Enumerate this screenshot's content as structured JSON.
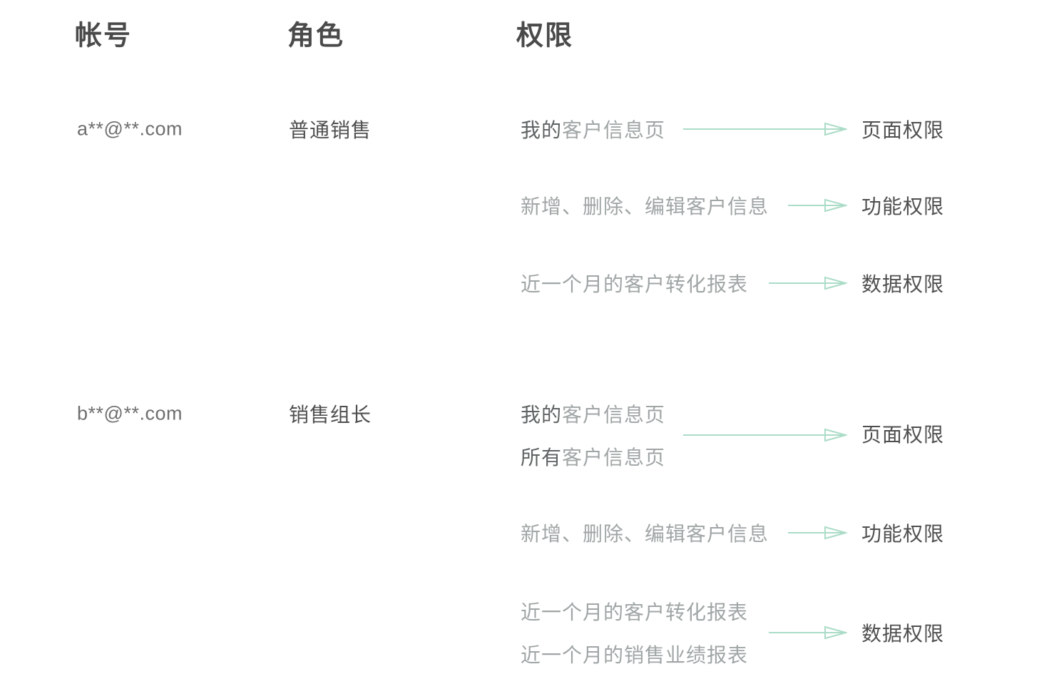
{
  "colors": {
    "background": "#ffffff",
    "arrow": "#abdcc7",
    "header": "#4a4a4a",
    "label": "#4f4f4f",
    "emphasis": "#5f6363",
    "secondary": "#a0a5a5",
    "account": "#6e6e6e"
  },
  "headers": {
    "account": "帐号",
    "role": "角色",
    "permission": "权限"
  },
  "rows": [
    {
      "account": "a**@**.com",
      "role": "普通销售",
      "groups": [
        {
          "lines": [
            {
              "em": "我的",
              "text": "客户信息页"
            }
          ],
          "label": "页面权限"
        },
        {
          "lines": [
            {
              "em": "",
              "text": "新增、删除、编辑客户信息"
            }
          ],
          "label": "功能权限"
        },
        {
          "lines": [
            {
              "em": "",
              "text": "近一个月的客户转化报表"
            }
          ],
          "label": "数据权限"
        }
      ]
    },
    {
      "account": "b**@**.com",
      "role": "销售组长",
      "groups": [
        {
          "lines": [
            {
              "em": "我的",
              "text": "客户信息页"
            },
            {
              "em": "所有",
              "text": "客户信息页"
            }
          ],
          "label": "页面权限"
        },
        {
          "lines": [
            {
              "em": "",
              "text": "新增、删除、编辑客户信息"
            }
          ],
          "label": "功能权限"
        },
        {
          "lines": [
            {
              "em": "",
              "text": "近一个月的客户转化报表"
            },
            {
              "em": "",
              "text": "近一个月的销售业绩报表"
            }
          ],
          "label": "数据权限"
        }
      ]
    }
  ]
}
